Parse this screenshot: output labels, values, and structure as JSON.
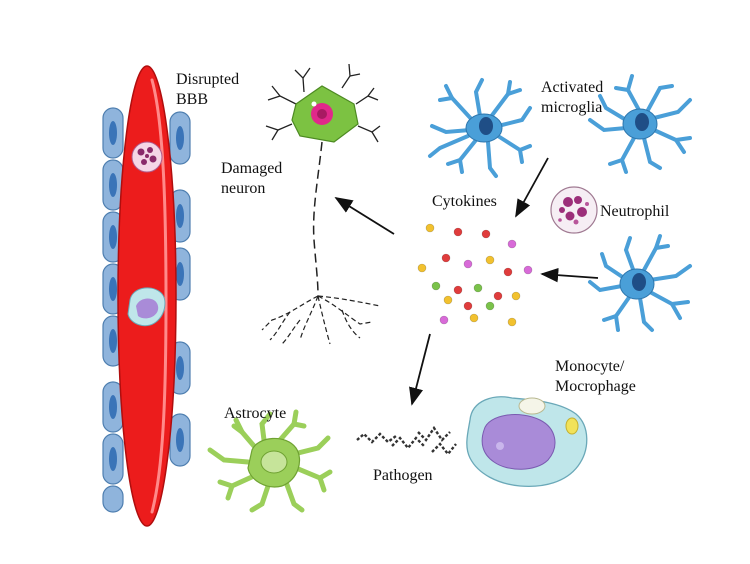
{
  "labels": {
    "disrupted_bbb_line1": "Disrupted",
    "disrupted_bbb_line2": "BBB",
    "damaged_neuron_line1": "Damaged",
    "damaged_neuron_line2": "neuron",
    "activated_microglia_line1": "Activated",
    "activated_microglia_line2": "microglia",
    "cytokines": "Cytokines",
    "neutrophil": "Neutrophil",
    "monocyte_line1": "Monocyte/",
    "monocyte_line2": "Mocrophage",
    "astrocyte": "Astrocyte",
    "pathogen": "Pathogen"
  },
  "colors": {
    "vessel": "#ec1c1c",
    "vessel_highlight": "#ff8a8a",
    "endothelial": "#8fb4dc",
    "endothelial_nucleus": "#3a74b8",
    "neuron_body": "#7cc242",
    "neuron_nucleus": "#e0288a",
    "microglia": "#4a9fd8",
    "astrocyte": "#9bcf5a",
    "macrophage": "#bfe6ea",
    "macrophage_nucleus": "#a98bd8",
    "cytokine_colors": [
      "#f2c12e",
      "#e03c3c",
      "#d86ad8",
      "#7ac24a"
    ]
  }
}
